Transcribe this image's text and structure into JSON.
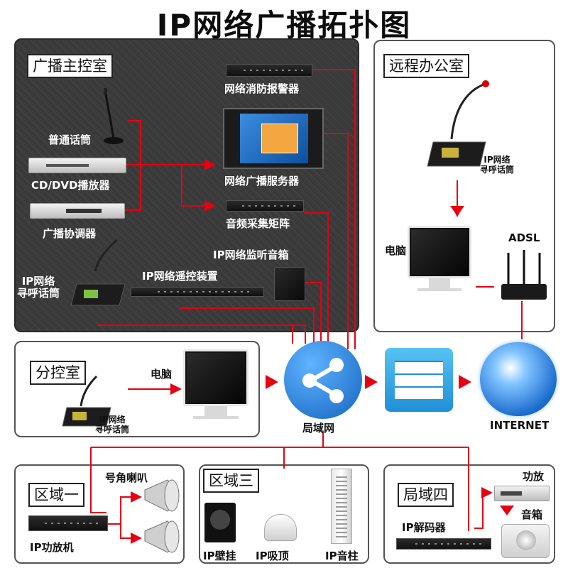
{
  "title": "IP网络广播拓扑图",
  "sections": {
    "main_control": "广播主控室",
    "remote_office": "远程办公室",
    "sub_control": "分控室",
    "zone1": "区域一",
    "zone3": "区域三",
    "zone4": "局域四"
  },
  "devices": {
    "fire_alarm": "网络消防报警器",
    "server": "网络广播服务器",
    "audio_matrix": "音频采集矩阵",
    "mic": "普通话筒",
    "cd_dvd": "CD/DVD播放器",
    "coordinator": "广播协调器",
    "monitor_speaker": "IP网络监听音箱",
    "remote_ctrl": "IP网络遥控装置",
    "pager_main": "IP网络\n寻呼话筒",
    "pager_remote": "IP网络\n寻呼话筒",
    "pc_remote": "电脑",
    "adsl": "ADSL",
    "pc_sub": "电脑",
    "pager_sub": "IP网络\n寻呼话筒",
    "lan": "局域网",
    "internet": "INTERNET",
    "horn": "号角喇叭",
    "amp_zone1": "IP功放机",
    "wall_speaker": "IP壁挂",
    "ceiling_speaker": "IP吸顶",
    "column_speaker": "IP音柱",
    "amp_zone4": "功放",
    "speaker_zone4": "音箱",
    "decoder": "IP解码器"
  },
  "colors": {
    "arrow_red": "#e60012",
    "lan_blue": "#1e88e5",
    "firewall_blue": "#29a3e8",
    "dark_panel": "#3a3a3a"
  }
}
